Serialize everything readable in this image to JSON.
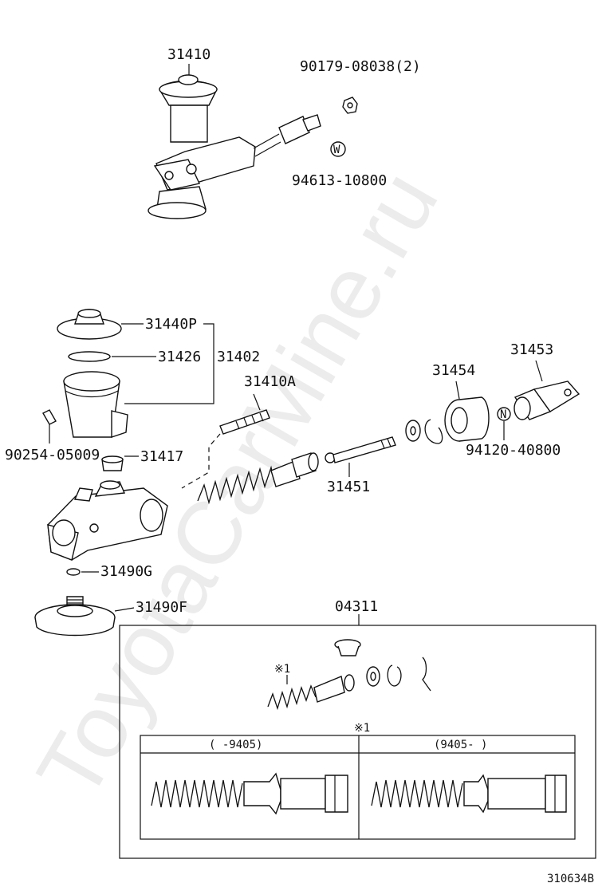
{
  "watermark": "ToyotaCarMine.ru",
  "callouts": {
    "p31410": "31410",
    "p90179": "90179-08038(2)",
    "p94613": "94613-10800",
    "p31440P": "31440P",
    "p31426": "31426",
    "p31402": "31402",
    "p31410A": "31410A",
    "p90254": "90254-05009",
    "p31417": "31417",
    "p31454": "31454",
    "p31453": "31453",
    "p94120": "94120-40800",
    "p31451": "31451",
    "p31490G": "31490G",
    "p31490F": "31490F",
    "p04311": "04311"
  },
  "marks": {
    "w": "W",
    "n": "N",
    "ref1": "※1",
    "ref1b": "※1"
  },
  "variants": {
    "left": "(    -9405)",
    "right": "(9405-     )"
  },
  "figure_id": "310634B"
}
